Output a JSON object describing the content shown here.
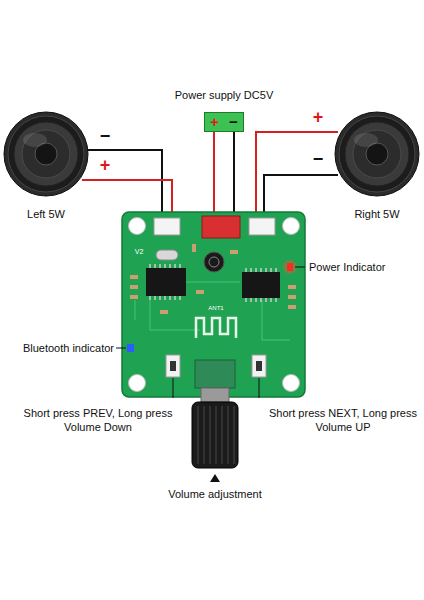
{
  "diagram": {
    "nodes": [
      {
        "text": [
          "Power supply DC5V",
          "+",
          "−"
        ]
      },
      {
        "text": [
          "Left 5W"
        ]
      },
      {
        "text": [
          "Right 5W"
        ]
      }
    ],
    "labels": [
      "−",
      "+",
      "+",
      "−",
      "Power Indicator",
      "Bluetooth indicator",
      "Short press PREV, Long press Volume Down",
      "Short press NEXT, Long press Volume UP",
      "Volume adjustment",
      "V2",
      "ANT1"
    ]
  }
}
